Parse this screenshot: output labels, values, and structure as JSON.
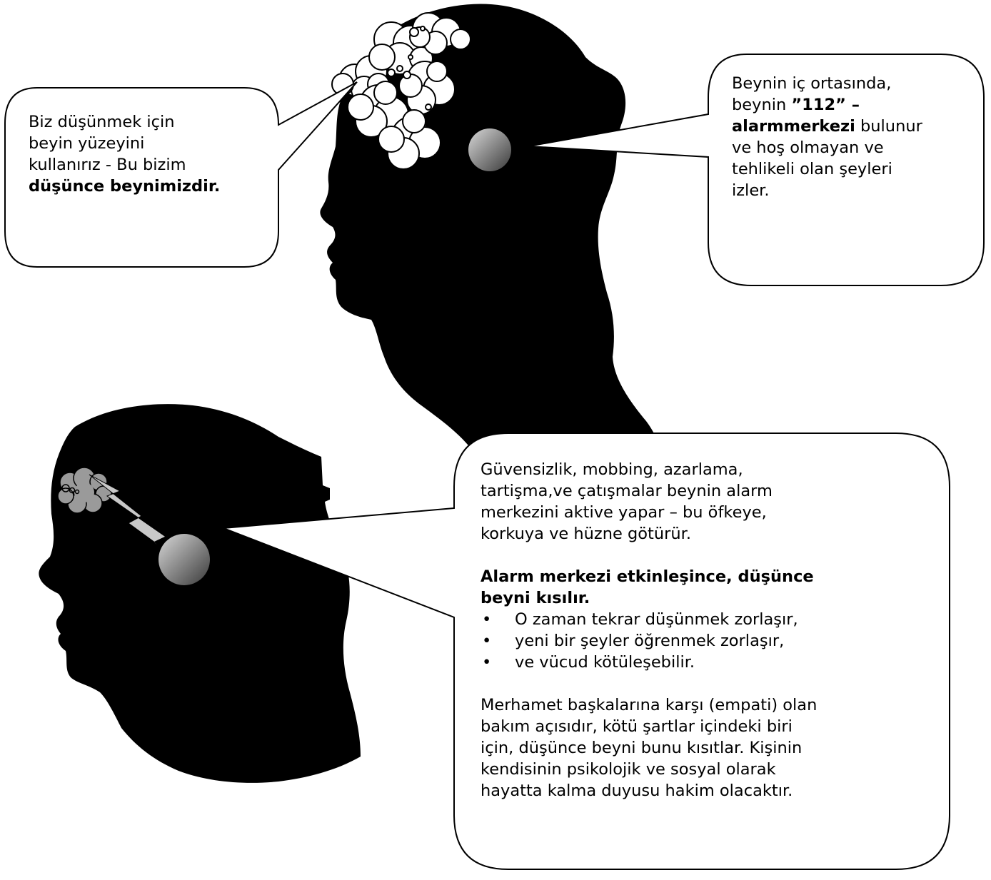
{
  "callout_top_left": {
    "line1": "Biz düşünmek için",
    "line2": "beyin yüzeyini",
    "line3": "kullanırız -  Bu bizim",
    "line4_bold": "düşünce beynimizdir."
  },
  "callout_top_right": {
    "line1": "Beynin iç ortasında,",
    "line2_plain": "beynin ",
    "line2_bold": "”112” –",
    "line3_bold": "alarmmerkezi",
    "line3_plain": " bulunur",
    "line4": "ve hoş olmayan ve",
    "line5": "tehlikeli olan şeyleri",
    "line6": "izler."
  },
  "callout_bottom": {
    "para1_line1": "Güvensizlik, mobbing, azarlama,",
    "para1_line2": "tartişma,ve çatışmalar  beynin alarm",
    "para1_line3": "merkezini aktive yapar – bu öfkeye,",
    "para1_line4": "korkuya ve  hüzne götürür.",
    "bold_line1": "Alarm merkezi etkinleşince, düşünce",
    "bold_line2": "beyni kısılır.",
    "bullet_symbol": "•",
    "bullets": [
      "O zaman tekrar düşünmek zorlaşır,",
      "yeni bir şeyler öğrenmek zorlaşır,",
      "ve vücud kötüleşebilir."
    ],
    "para3_line1": "Merhamet başkalarına karşı (empati) olan",
    "para3_line2": "bakım açısıdır, kötü şartlar içindeki biri",
    "para3_line3": "için,  düşünce beyni bunu kısıtlar.  Kişinin",
    "para3_line4": "kendisinin psikolojik ve sosyal olarak",
    "para3_line5": "hayatta  kalma duyusu  hakim olacaktır."
  },
  "colors": {
    "silhouette": "#000000",
    "cloud_white": "#ffffff",
    "cloud_grey": "#9a9a9a",
    "bolt": "#c8c8c8",
    "alarm_light": "#d8d8d8",
    "alarm_dark": "#3a3a3a"
  }
}
